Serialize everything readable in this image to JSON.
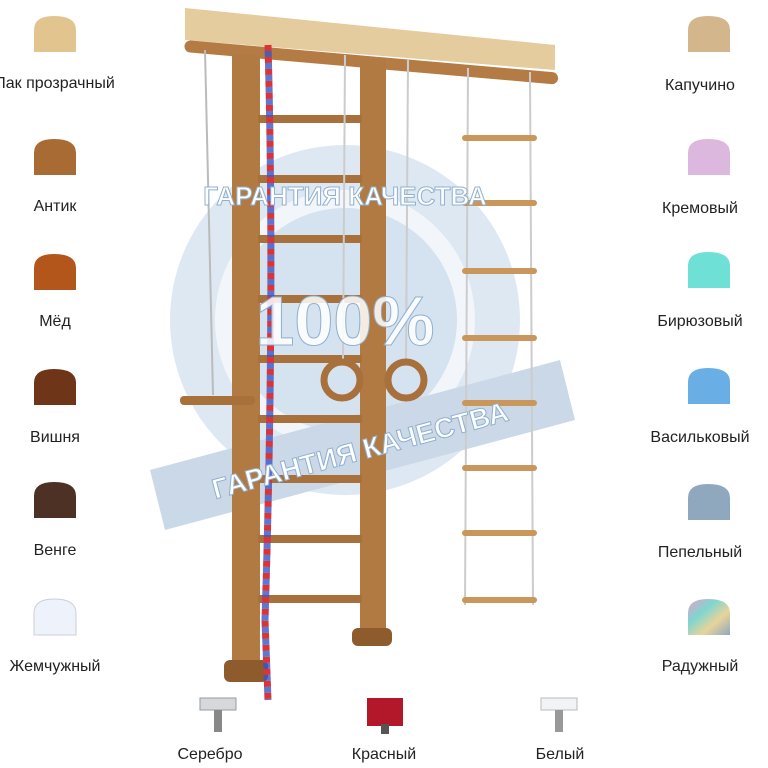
{
  "watermark": {
    "top_text": "ГАРАНТИЯ КАЧЕСТВА",
    "center_text": "100%",
    "ribbon_text": "ГАРАНТИЯ КАЧЕСТВА"
  },
  "left_colors": [
    {
      "label": "Лак прозрачный",
      "color": "#e2c48f"
    },
    {
      "label": "Антик",
      "color": "#a96b34"
    },
    {
      "label": "Мёд",
      "color": "#b3561b"
    },
    {
      "label": "Вишня",
      "color": "#6e3519"
    },
    {
      "label": "Венге",
      "color": "#4d3124"
    },
    {
      "label": "Жемчужный",
      "color": "#eef3fb"
    }
  ],
  "right_colors": [
    {
      "label": "Капучино",
      "color": "#d3b68c"
    },
    {
      "label": "Кремовый",
      "color": "#dcb7de"
    },
    {
      "label": "Бирюзовый",
      "color": "#6fe0d6"
    },
    {
      "label": "Васильковый",
      "color": "#6aaee6"
    },
    {
      "label": "Пепельный",
      "color": "#8fa8bd"
    },
    {
      "label": "Радужный",
      "color": "#9fd0d8"
    }
  ],
  "brackets": [
    {
      "label": "Серебро",
      "color": "#d6d9dc"
    },
    {
      "label": "Красный",
      "color": "#b3172a"
    },
    {
      "label": "Белый",
      "color": "#f1f3f5"
    }
  ]
}
